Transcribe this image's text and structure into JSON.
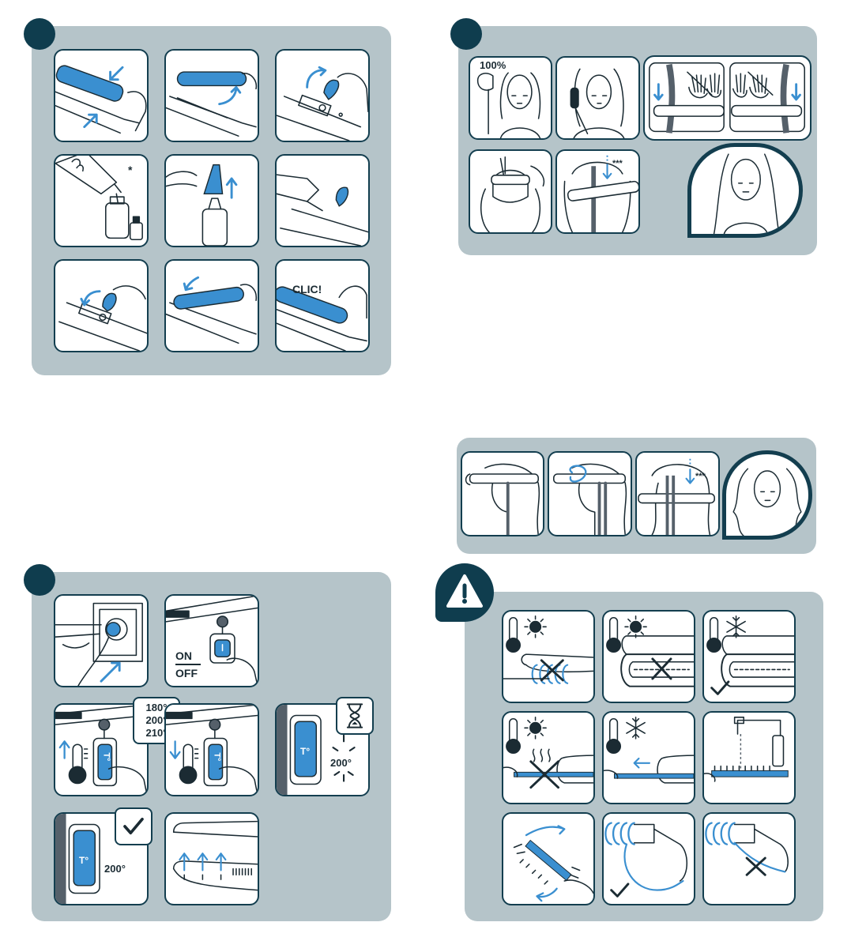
{
  "panel_replace": {
    "drop_note": "*",
    "click_label": "CLIC!"
  },
  "panel_straight": {
    "dry_percent": "100%",
    "pass_note_a": "***"
  },
  "panel_curl": {
    "pass_note_b": "***"
  },
  "panel_power": {
    "on_label": "ON",
    "off_label": "OFF",
    "temp_options": [
      "180°",
      "200°",
      "210°"
    ],
    "temp_symbol": "T°",
    "temp_symbol_b": "T°",
    "ready_temp": "200°",
    "set_temp": "200°",
    "temp_symbol_c": "T°",
    "temp_symbol_d": "T°"
  },
  "colors": {
    "panel": "#b5c4c9",
    "badge": "#0f3d4e",
    "accent": "#3a8fd0",
    "outline": "#133e4f"
  },
  "icons": [
    "warning-icon",
    "thermometer-icon",
    "sun-icon",
    "snowflake-icon",
    "hourglass-icon",
    "check-icon",
    "cross-icon",
    "arrow-icon",
    "power-button-icon",
    "steam-icon"
  ]
}
